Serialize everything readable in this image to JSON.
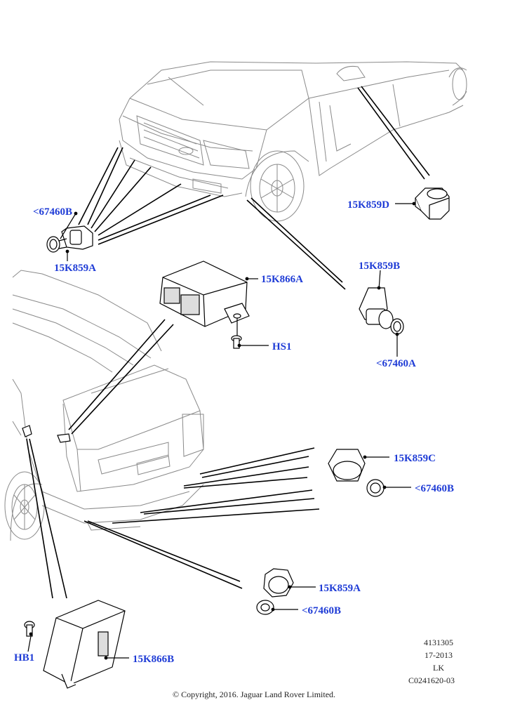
{
  "callouts": {
    "c_67460B_top": "<67460B",
    "c_15K859A_top": "15K859A",
    "c_15K859D": "15K859D",
    "c_15K859B": "15K859B",
    "c_15K866A": "15K866A",
    "c_HS1": "HS1",
    "c_67460A": "<67460A",
    "c_15K859C": "15K859C",
    "c_67460B_mid": "<67460B",
    "c_15K859A_bottom": "15K859A",
    "c_67460B_bottom": "<67460B",
    "c_HB1": "HB1",
    "c_15K866B": "15K866B"
  },
  "meta": {
    "ref_number": "4131305",
    "date_code": "17-2013",
    "region": "LK",
    "illustration_id": "C0241620-03"
  },
  "footer": {
    "copyright": "© Copyright, 2016. Jaguar Land Rover Limited."
  },
  "colors": {
    "callout_text": "#1f3cd6",
    "line_art": "#000000",
    "light_line": "#9a9a9a"
  }
}
